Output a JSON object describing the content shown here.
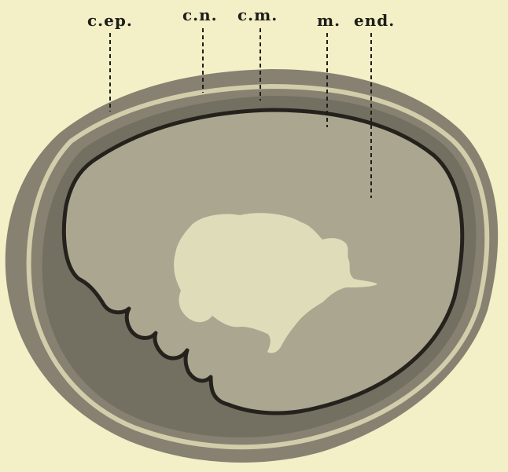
{
  "figure": {
    "labels": [
      {
        "id": "c-ep",
        "text": "c.ep."
      },
      {
        "id": "c-n",
        "text": "c.n."
      },
      {
        "id": "c-m",
        "text": "c.m."
      },
      {
        "id": "m",
        "text": "m."
      },
      {
        "id": "end",
        "text": "end."
      }
    ],
    "colors": {
      "paper": "#f3efc6",
      "outer_coat": "#868171",
      "thin_layer": "#d2cdaa",
      "middle_coat": "#747061",
      "boundary_line": "#25221d",
      "endosperm": "#aaa690",
      "embryo": "#dfdcb9",
      "ink": "#1e1e1a"
    }
  }
}
